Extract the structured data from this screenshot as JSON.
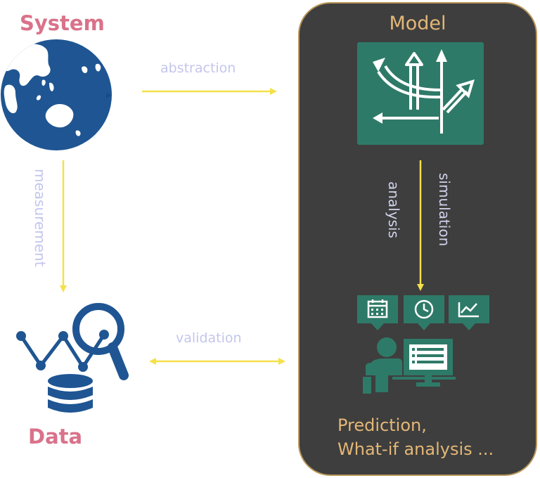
{
  "system": {
    "label": "System"
  },
  "data_node": {
    "label": "Data"
  },
  "model": {
    "label": "Model"
  },
  "edges": {
    "abstraction": "abstraction",
    "measurement": "measurement",
    "validation": "validation",
    "analysis": "analysis",
    "simulation": "simulation"
  },
  "result": {
    "line1": "Prediction,",
    "line2": "What-if analysis ..."
  },
  "colors": {
    "title_pink": "#d9728a",
    "globe_blue": "#1f5592",
    "panel_dark": "#3e3e3e",
    "panel_border": "#b89659",
    "accent_gold": "#e3b776",
    "teal": "#2e7a68",
    "arrow_yellow": "#f4e04a",
    "edge_label": "#c3c6ec"
  },
  "icons": [
    "globe-icon",
    "data-analytics-icon",
    "crossroads-icon",
    "calendar-icon",
    "clock-icon",
    "line-chart-icon",
    "analyst-computer-icon"
  ]
}
